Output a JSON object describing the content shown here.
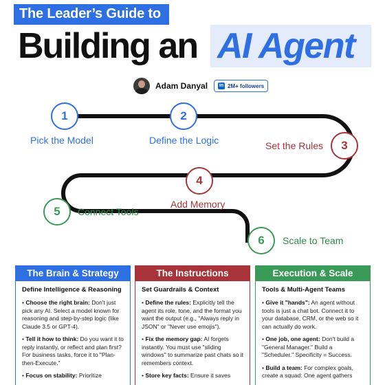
{
  "header": {
    "top_line": "The Leader’s Guide to",
    "main_line": "Building an",
    "highlight": "AI Agent"
  },
  "author": {
    "name": "Adam Danyal",
    "badge_icon": "in",
    "followers": "2M+ followers"
  },
  "steps": [
    {
      "num": "1",
      "label": "Pick the Model"
    },
    {
      "num": "2",
      "label": "Define the Logic"
    },
    {
      "num": "3",
      "label": "Set the Rules"
    },
    {
      "num": "4",
      "label": "Add Memory"
    },
    {
      "num": "5",
      "label": "Connect Tools"
    },
    {
      "num": "6",
      "label": "Scale to Team"
    }
  ],
  "colors": {
    "blue": "#2f6fe4",
    "red": "#a8343a",
    "green": "#3a9a57",
    "path": "#111111"
  },
  "columns": [
    {
      "title": "The Brain & Strategy",
      "subtitle": "Define Intelligence & Reasoning",
      "items": [
        {
          "head": "Choose the right brain:",
          "text": "Don't just pick any AI. Select a model known for reasoning and step-by-step logic (like Claude 3.5 or GPT-4)."
        },
        {
          "head": "Tell it how to think:",
          "text": "Do you want it to reply instantly, or reflect and plan first? For business tasks, force it to \"Plan-then-Execute.\""
        },
        {
          "head": "Focus on stability:",
          "text": "Prioritize"
        }
      ]
    },
    {
      "title": "The Instructions",
      "subtitle": "Set Guardrails & Context",
      "items": [
        {
          "head": "Define the rules:",
          "text": "Explicitly tell the agent its role, tone, and the format you want the output (e.g., \"Always reply in JSON\" or \"Never use emojis\")."
        },
        {
          "head": "Fix the memory gap:",
          "text": "AI forgets instantly. You must use \"sliding windows\" to summarize past chats so it remembers context."
        },
        {
          "head": "Store key facts:",
          "text": "Ensure it saves"
        }
      ]
    },
    {
      "title": "Execution & Scale",
      "subtitle": "Tools & Multi-Agent Teams",
      "items": [
        {
          "head": "Give it \"hands\":",
          "text": "An agent without tools is just a chat bot. Connect it to your database, CRM, or the web so it can actually do work."
        },
        {
          "head": "One job, one agent:",
          "text": "Don't build a \"General Manager.\" Build a \"Scheduler.\" Specificity = Success."
        },
        {
          "head": "Build a team:",
          "text": "For complex goals, create a squad: One agent gathers"
        }
      ]
    }
  ]
}
